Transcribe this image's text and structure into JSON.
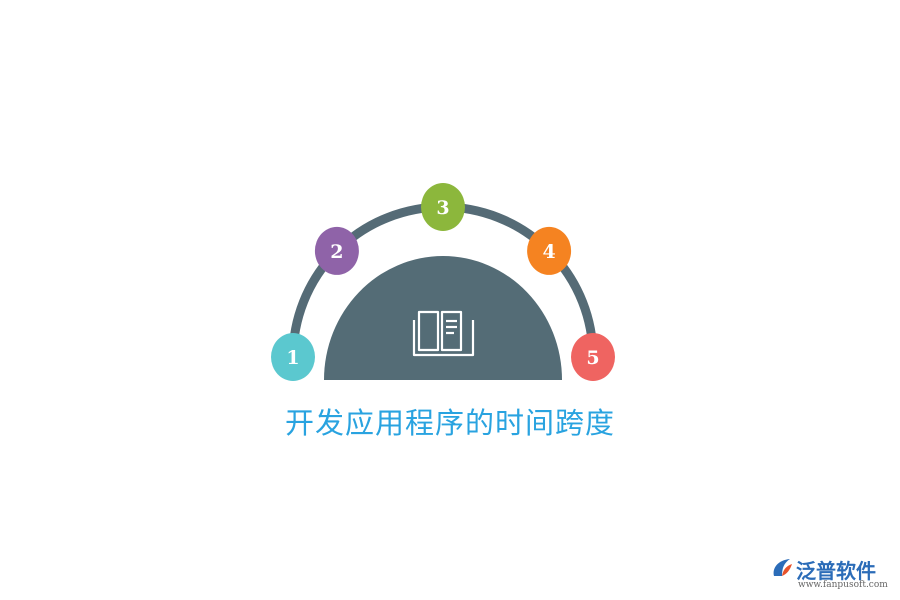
{
  "diagram": {
    "title": "开发应用程序的时间跨度",
    "center_icon": "open-book-icon",
    "steps": [
      {
        "label": "1",
        "color": "#5bc8cf"
      },
      {
        "label": "2",
        "color": "#8f63a8"
      },
      {
        "label": "3",
        "color": "#8cb73c"
      },
      {
        "label": "4",
        "color": "#f58321"
      },
      {
        "label": "5",
        "color": "#ef6461"
      }
    ],
    "colors": {
      "arc": "#556b76",
      "semicircle": "#546c76",
      "title": "#29a3e0"
    }
  },
  "watermark": {
    "brand": "泛普软件",
    "url": "www.fanpusoft.com",
    "logo_icon": "fanpu-logo-icon"
  }
}
